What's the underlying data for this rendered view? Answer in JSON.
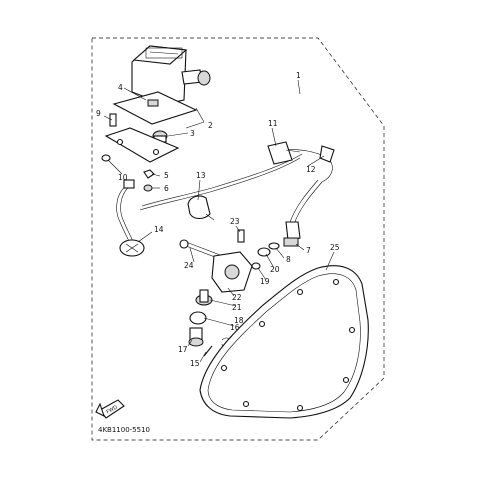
{
  "diagram": {
    "assembly_label": "1",
    "part_labels": {
      "p2": "2",
      "p3": "3",
      "p4": "4",
      "p5": "5",
      "p6": "6",
      "p7": "7",
      "p8": "8",
      "p9": "9",
      "p10": "10",
      "p11": "11",
      "p12": "12",
      "p13": "13",
      "p14": "14",
      "p15": "15",
      "p16": "16",
      "p17": "17",
      "p18": "18",
      "p19": "19",
      "p20": "20",
      "p21": "21",
      "p22": "22",
      "p23": "23",
      "p24": "24",
      "p25": "25"
    },
    "fwd_label": "FWD",
    "diagram_code": "4KB1100-5510"
  }
}
